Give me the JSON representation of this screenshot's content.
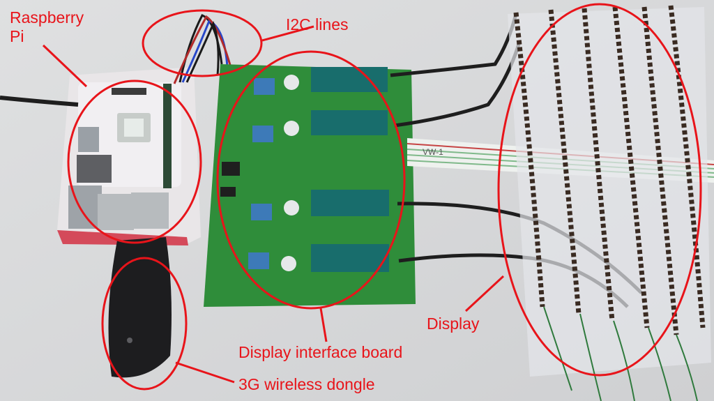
{
  "labels": {
    "raspberry_pi": "Raspberry\nPi",
    "i2c_lines": "I2C lines",
    "display_interface_board": "Display interface board",
    "wireless_dongle": "3G wireless dongle",
    "display": "Display"
  },
  "cable_print": "VW-1",
  "colors": {
    "annotation": "#e8141a",
    "pcb": "#2f8d3a",
    "background": "#d9dadb"
  }
}
